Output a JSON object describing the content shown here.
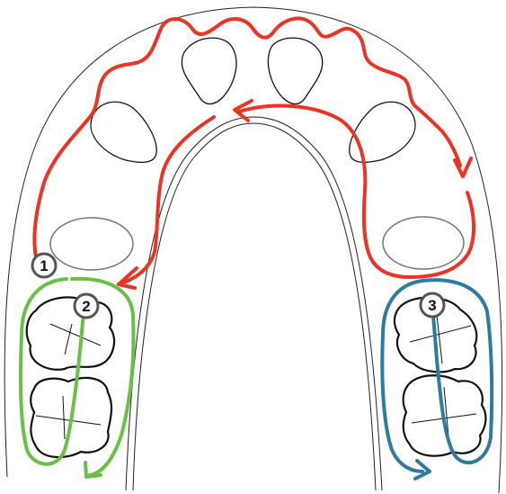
{
  "markers": [
    {
      "id": "1",
      "label": "1"
    },
    {
      "id": "2",
      "label": "2"
    },
    {
      "id": "3",
      "label": "3"
    }
  ],
  "colors": {
    "path_red": "#ee3324",
    "path_green": "#6abf45",
    "path_blue": "#2f7aa0",
    "outline": "#111111",
    "palate_outline": "#222222",
    "premolar_outline": "#777777",
    "marker_ring": "#555555"
  }
}
